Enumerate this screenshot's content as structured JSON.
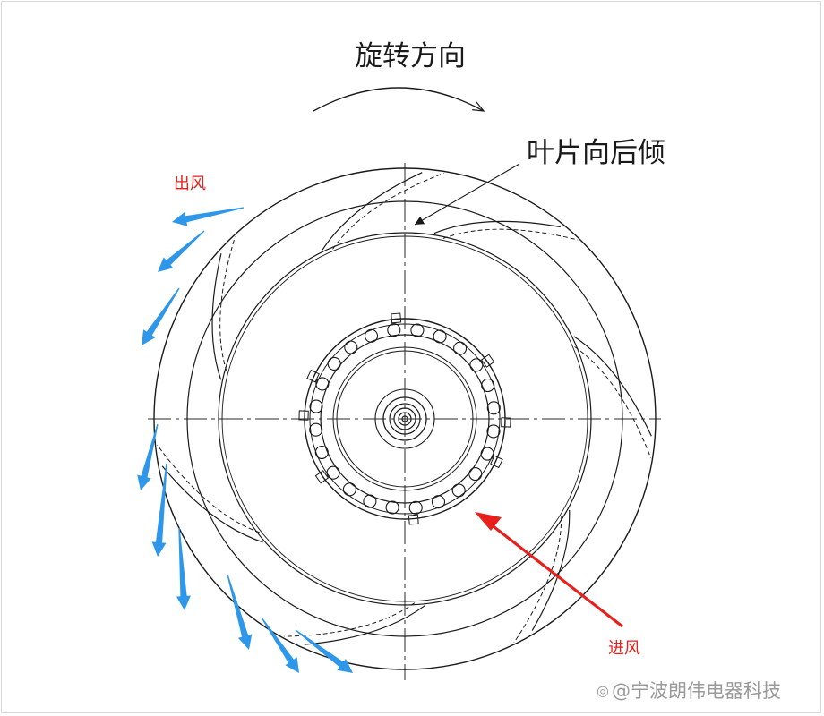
{
  "labels": {
    "rotation_direction": "旋转方向",
    "blades_backward": "叶片向后倾",
    "air_outlet": "出风",
    "air_inlet": "进风"
  },
  "watermark": {
    "icon": "weibo-eye-icon",
    "text": "@宁波朗伟电器科技"
  },
  "colors": {
    "line": "#1a1a1a",
    "outlet_arrows": "#2f97ea",
    "inlet_arrow": "#e8201b",
    "label_red": "#e8201b",
    "watermark": "#9a9a9a"
  }
}
